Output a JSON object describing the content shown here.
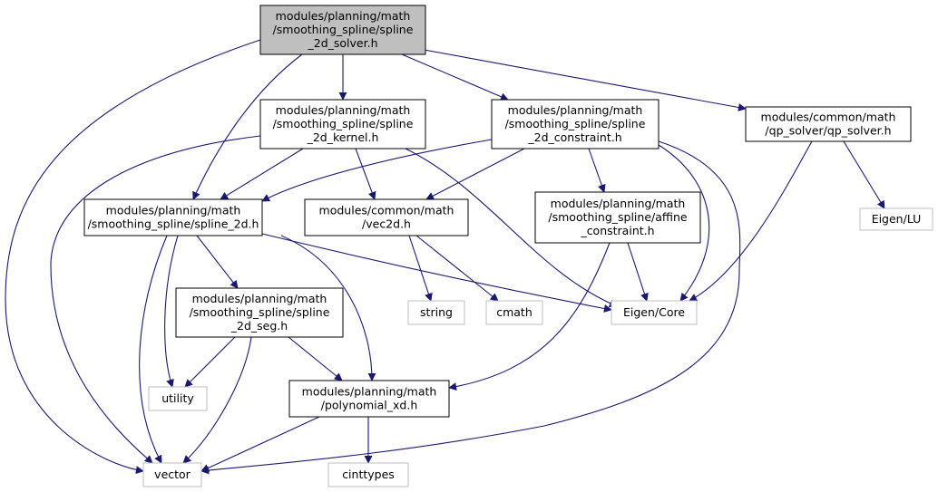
{
  "diagram": {
    "nodes": [
      {
        "id": "root",
        "lines": [
          "modules/planning/math",
          "/smoothing_spline/spline",
          "_2d_solver.h"
        ],
        "style": "root"
      },
      {
        "id": "kernel",
        "lines": [
          "modules/planning/math",
          "/smoothing_spline/spline",
          "_2d_kernel.h"
        ],
        "style": "file"
      },
      {
        "id": "constraint",
        "lines": [
          "modules/planning/math",
          "/smoothing_spline/spline",
          "_2d_constraint.h"
        ],
        "style": "file"
      },
      {
        "id": "qp",
        "lines": [
          "modules/common/math",
          "/qp_solver/qp_solver.h"
        ],
        "style": "file"
      },
      {
        "id": "spline2d",
        "lines": [
          "modules/planning/math",
          "/smoothing_spline/spline_2d.h"
        ],
        "style": "file"
      },
      {
        "id": "vec2d",
        "lines": [
          "modules/common/math",
          "/vec2d.h"
        ],
        "style": "file"
      },
      {
        "id": "affine",
        "lines": [
          "modules/planning/math",
          "/smoothing_spline/affine",
          "_constraint.h"
        ],
        "style": "file"
      },
      {
        "id": "eigenlu",
        "lines": [
          "Eigen/LU"
        ],
        "style": "system"
      },
      {
        "id": "seg",
        "lines": [
          "modules/planning/math",
          "/smoothing_spline/spline",
          "_2d_seg.h"
        ],
        "style": "file"
      },
      {
        "id": "string",
        "lines": [
          "string"
        ],
        "style": "system"
      },
      {
        "id": "cmath",
        "lines": [
          "cmath"
        ],
        "style": "system"
      },
      {
        "id": "eigencore",
        "lines": [
          "Eigen/Core"
        ],
        "style": "system"
      },
      {
        "id": "utility",
        "lines": [
          "utility"
        ],
        "style": "system"
      },
      {
        "id": "poly",
        "lines": [
          "modules/planning/math",
          "/polynomial_xd.h"
        ],
        "style": "file"
      },
      {
        "id": "vector",
        "lines": [
          "vector"
        ],
        "style": "system"
      },
      {
        "id": "cinttypes",
        "lines": [
          "cinttypes"
        ],
        "style": "system"
      }
    ],
    "edges": [
      [
        "root",
        "kernel"
      ],
      [
        "root",
        "constraint"
      ],
      [
        "root",
        "qp"
      ],
      [
        "root",
        "spline2d"
      ],
      [
        "root",
        "vector"
      ],
      [
        "kernel",
        "spline2d"
      ],
      [
        "kernel",
        "vec2d"
      ],
      [
        "kernel",
        "eigencore"
      ],
      [
        "kernel",
        "vector"
      ],
      [
        "constraint",
        "spline2d"
      ],
      [
        "constraint",
        "vec2d"
      ],
      [
        "constraint",
        "affine"
      ],
      [
        "constraint",
        "eigencore"
      ],
      [
        "constraint",
        "vector"
      ],
      [
        "qp",
        "eigenlu"
      ],
      [
        "qp",
        "eigencore"
      ],
      [
        "spline2d",
        "seg"
      ],
      [
        "spline2d",
        "eigencore"
      ],
      [
        "spline2d",
        "utility"
      ],
      [
        "spline2d",
        "poly"
      ],
      [
        "spline2d",
        "vector"
      ],
      [
        "vec2d",
        "string"
      ],
      [
        "vec2d",
        "cmath"
      ],
      [
        "affine",
        "eigencore"
      ],
      [
        "affine",
        "poly"
      ],
      [
        "seg",
        "utility"
      ],
      [
        "seg",
        "poly"
      ],
      [
        "seg",
        "vector"
      ],
      [
        "poly",
        "vector"
      ],
      [
        "poly",
        "cinttypes"
      ]
    ],
    "colors": {
      "edge": "#191970",
      "root_fill": "#bfbfbf",
      "file_border": "#000000",
      "system_border": "#bfbfbf"
    }
  }
}
